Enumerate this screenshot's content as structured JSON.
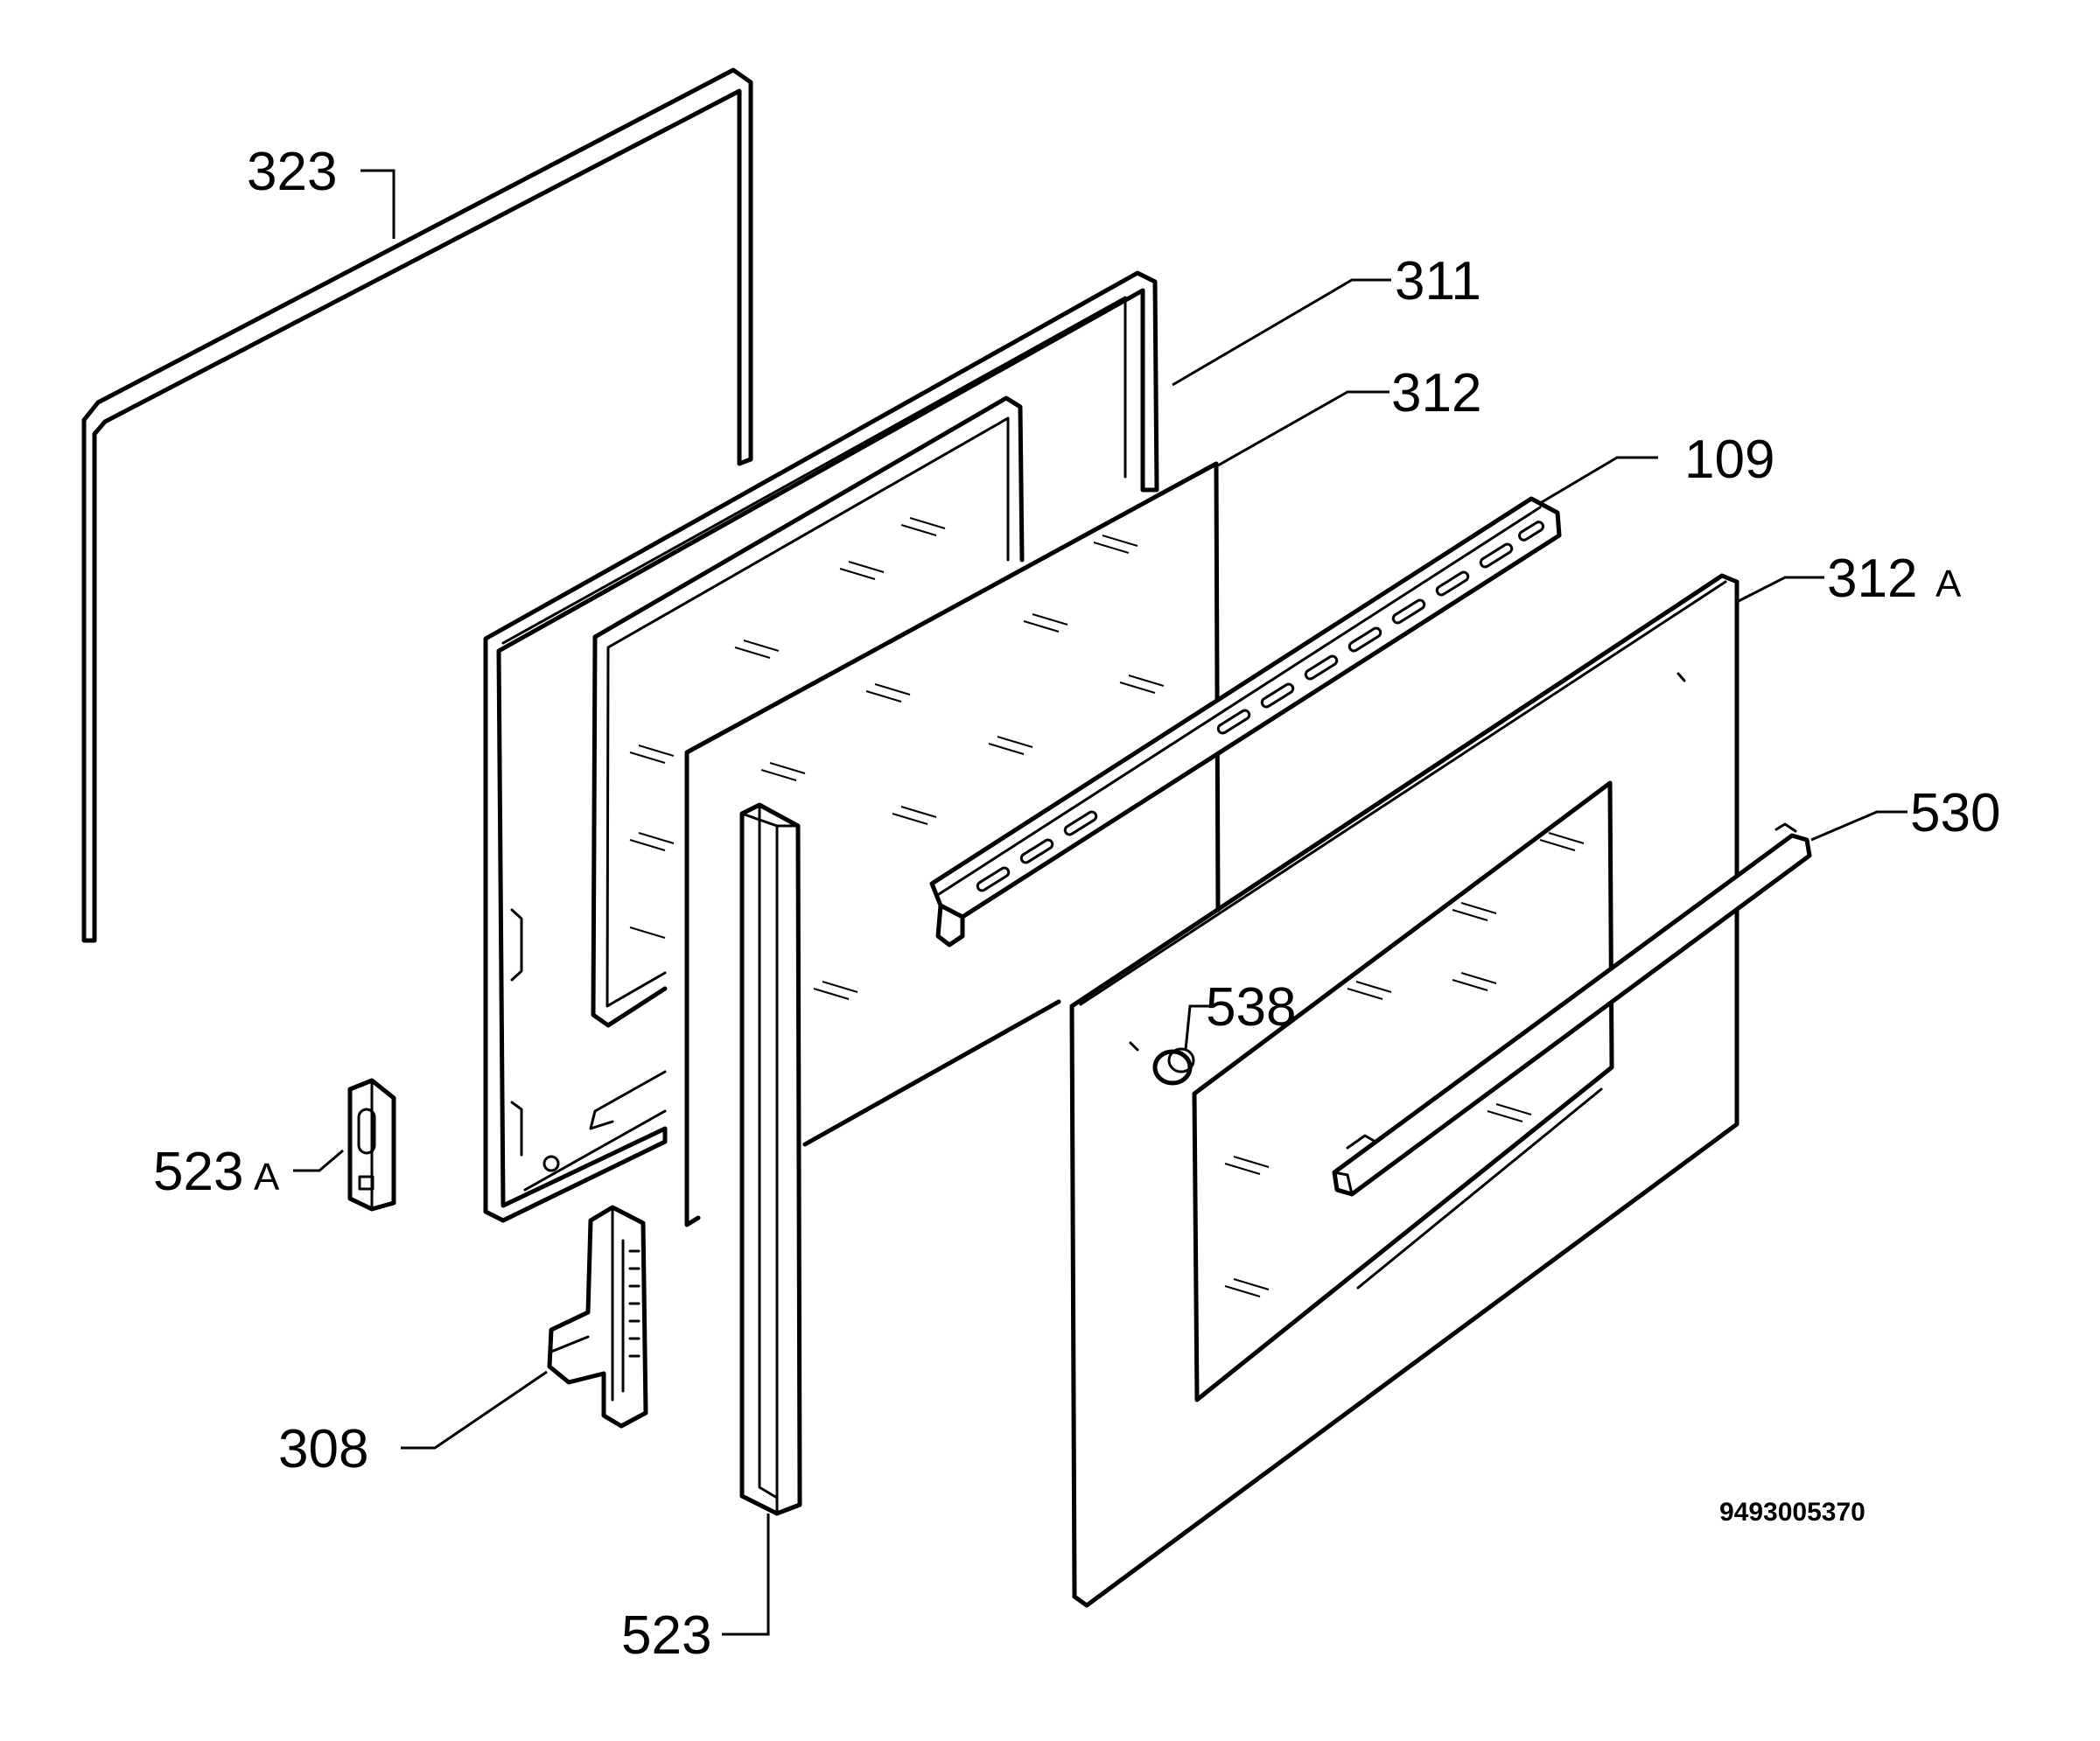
{
  "diagram": {
    "labels": {
      "p323": "323",
      "p311": "311",
      "p312": "312",
      "p109": "109",
      "p312a_num": "312",
      "p312a_suffix": "A",
      "p530": "530",
      "p538": "538",
      "p523a_num": "523",
      "p523a_suffix": "A",
      "p308": "308",
      "p523": "523"
    },
    "drawing_code": "9493005370"
  }
}
